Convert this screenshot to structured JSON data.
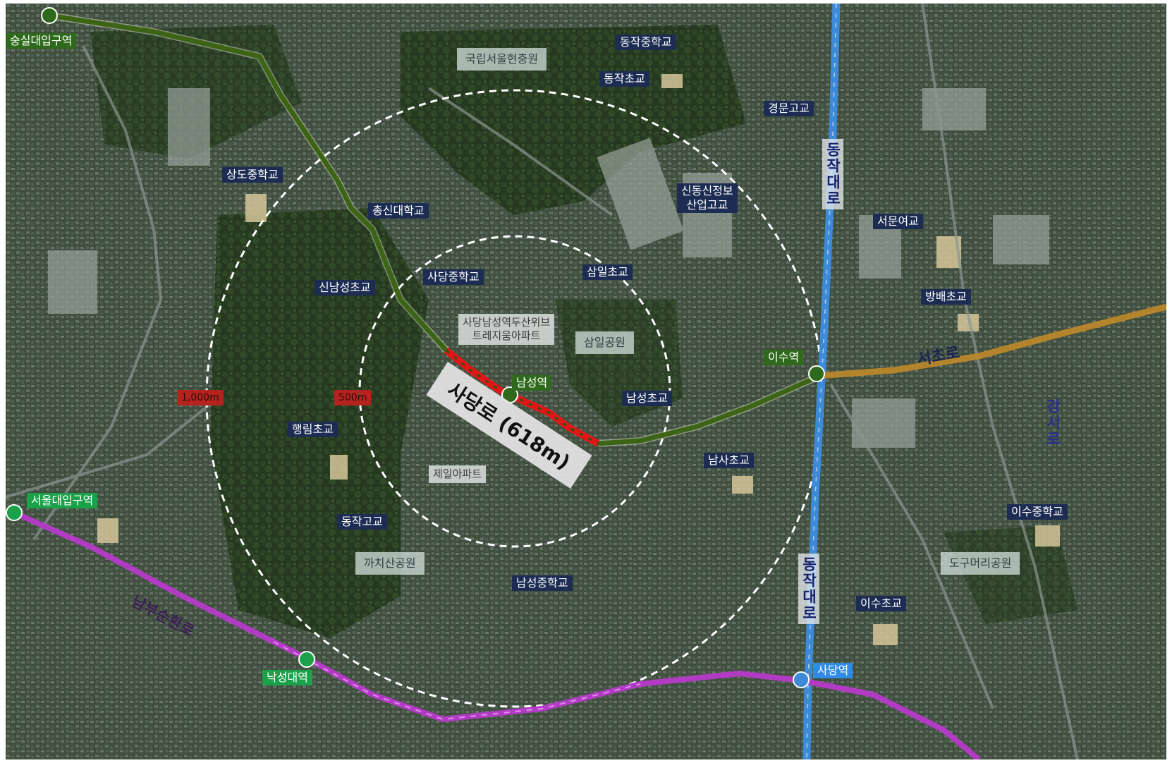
{
  "route": {
    "label": "사당로 (618m)"
  },
  "radius_labels": {
    "inner": "500m",
    "outer": "1,000m"
  },
  "stations": {
    "soongsil": "숭실대입구역",
    "namseong": "남성역",
    "isu": "이수역",
    "seoul_univ": "서울대입구역",
    "nakseongdae": "낙성대역",
    "sadang": "사당역"
  },
  "schools": {
    "dongjak_middle": "동작중학교",
    "dongjak_elem": "동작초교",
    "gyeongmun_high": "경문고교",
    "sangdo_middle": "상도중학교",
    "chongshin_univ": "총신대학교",
    "sindong_line1": "신동신정보",
    "sindong_line2": "산업고교",
    "seomun_girls": "서문여교",
    "sadang_middle": "사당중학교",
    "samil_elem": "삼일초교",
    "sinnamseong_elem": "신남성초교",
    "bangbae_elem": "방배초교",
    "namseong_elem": "남성초교",
    "haengnim_elem": "행림초교",
    "namsa_elem": "남사초교",
    "dongjak_high": "동작고교",
    "isu_middle": "이수중학교",
    "namseong_middle": "남성중학교",
    "isu_elem": "이수초교"
  },
  "places": {
    "cemetery": "국립서울현충원",
    "samil_park": "삼일공원",
    "kkachisan_park": "까치산공원",
    "dogumeori_park": "도구머리공원"
  },
  "apartments": {
    "doosan_line1": "사당남성역두산위브",
    "doosan_line2": "트레지움아파트",
    "jeil": "제일아파트"
  },
  "roads": {
    "dongjak_north": "동작대로",
    "dongjak_south": "동작대로",
    "seocho": "서초로",
    "gangseo": "강서로",
    "nambusunhwan": "남부순환로"
  },
  "colors": {
    "line7": "#3d6414",
    "line2": "#b23bc4",
    "line4": "#3c8ad8",
    "highlight": "#e01717",
    "seocho_road": "#c08a2a"
  }
}
